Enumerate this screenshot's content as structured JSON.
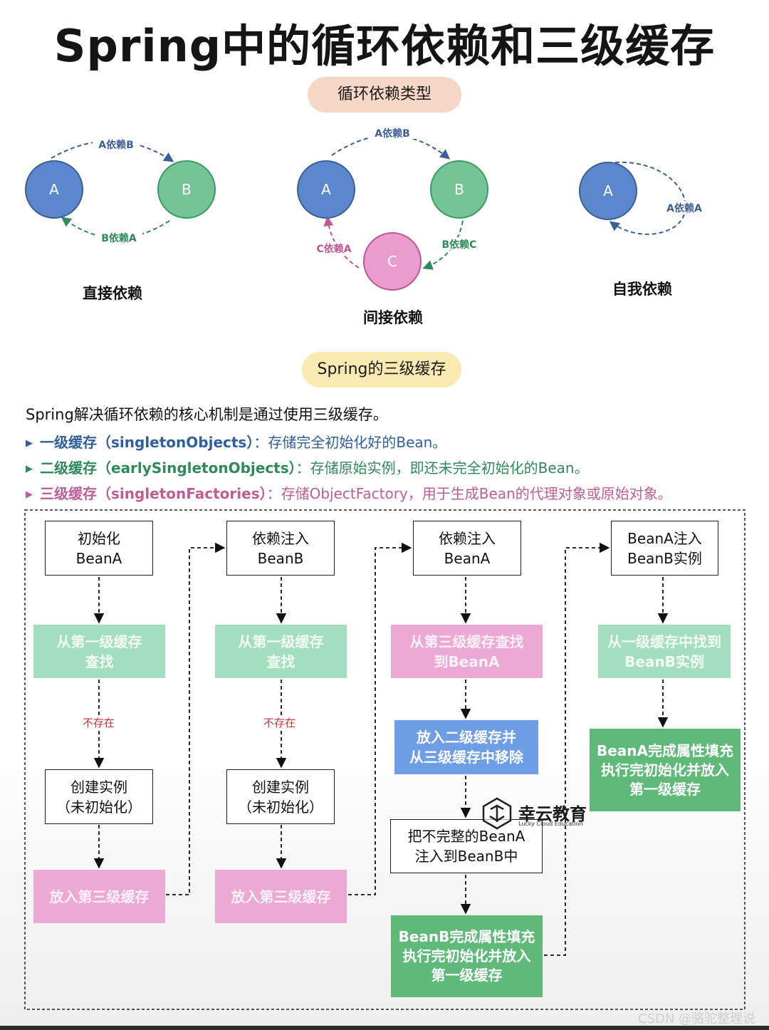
{
  "title": "Spring中的循环依赖和三级缓存",
  "section1": {
    "heading": "循环依赖类型",
    "direct": {
      "node_a": "A",
      "node_b": "B",
      "edge_ab": "A依赖B",
      "edge_ba": "B依赖A",
      "caption": "直接依赖"
    },
    "indirect": {
      "node_a": "A",
      "node_b": "B",
      "node_c": "C",
      "edge_ab": "A依赖B",
      "edge_bc": "B依赖C",
      "edge_ca": "C依赖A",
      "caption": "间接依赖"
    },
    "self": {
      "node_a": "A",
      "edge_aa": "A依赖A",
      "caption": "自我依赖"
    }
  },
  "section2": {
    "heading": "Spring的三级缓存",
    "intro": "Spring解决循环依赖的核心机制是通过使用三级缓存。",
    "levels": [
      {
        "marker": "▶",
        "name": "一级缓存（singletonObjects）",
        "sep": "：",
        "desc": "存储完全初始化好的Bean。"
      },
      {
        "marker": "▶",
        "name": "二级缓存（earlySingletonObjects）",
        "sep": "：",
        "desc": "存储原始实例，即还未完全初始化的Bean。"
      },
      {
        "marker": "▶",
        "name": "三级缓存（singletonFactories）",
        "sep": "：",
        "desc": "存储ObjectFactory，用于生成Bean的代理对象或原始对象。"
      }
    ]
  },
  "flow": {
    "col1": {
      "start_l1": "初始化",
      "start_l2": "BeanA",
      "lookup_l1": "从第一级缓存",
      "lookup_l2": "查找",
      "not_found": "不存在",
      "create_l1": "创建实例",
      "create_l2": "（未初始化）",
      "put": "放入第三级缓存"
    },
    "col2": {
      "start_l1": "依赖注入",
      "start_l2": "BeanB",
      "lookup_l1": "从第一级缓存",
      "lookup_l2": "查找",
      "not_found": "不存在",
      "create_l1": "创建实例",
      "create_l2": "（未初始化）",
      "put": "放入第三级缓存"
    },
    "col3": {
      "start_l1": "依赖注入",
      "start_l2": "BeanA",
      "lookup_l1": "从第三级缓存查找",
      "lookup_l2": "到BeanA",
      "move_l1": "放入二级缓存并",
      "move_l2": "从三级缓存中移除",
      "inject_l1": "把不完整的BeanA",
      "inject_l2": "注入到BeanB中",
      "done_l1": "BeanB完成属性填充",
      "done_l2": "执行完初始化并放入",
      "done_l3": "第一级缓存"
    },
    "col4": {
      "start_l1": "BeanA注入",
      "start_l2": "BeanB实例",
      "found_l1": "从一级缓存中找到",
      "found_l2": "BeanB实例",
      "done_l1": "BeanA完成属性填充",
      "done_l2": "执行完初始化并放入",
      "done_l3": "第一级缓存"
    }
  },
  "watermark": {
    "name": "幸云教育",
    "sub": "Lucky Cloud Education"
  },
  "footer": "CSDN @骆驼整理说",
  "colors": {
    "node_blue": "#5b87cd",
    "node_green": "#74c496",
    "node_pink": "#e89ccf",
    "green_box": "#a3dfbf",
    "pink_box": "#eca9d3",
    "blue_box": "#6d9ee6",
    "dark_green_box": "#5fba7a",
    "not_found_red": "#d0322e"
  }
}
